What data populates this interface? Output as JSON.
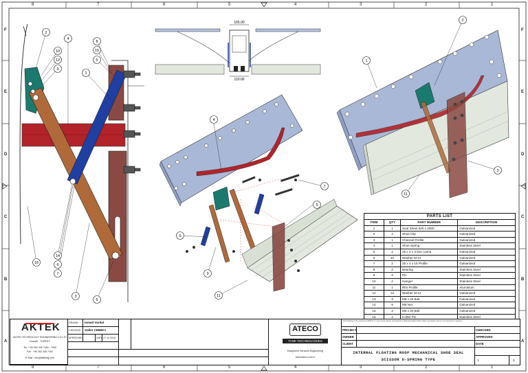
{
  "ruler": {
    "columns_top": [
      "8",
      "7",
      "6",
      "5",
      "4",
      "3",
      "2",
      "1"
    ],
    "columns_bottom": [
      "8",
      "7",
      "6",
      "5",
      "4",
      "3",
      "2",
      "1"
    ],
    "rows_left": [
      "F",
      "E",
      "D",
      "C",
      "B",
      "A"
    ],
    "rows_right": [
      "F",
      "E",
      "D",
      "C",
      "B",
      "A"
    ]
  },
  "callouts": {
    "left_view": [
      "2",
      "4",
      "10",
      "12",
      "9",
      "1",
      "8",
      "15",
      "5",
      "16",
      "14",
      "6",
      "7",
      "3",
      "5"
    ],
    "iso_view": [
      "4",
      "7",
      "5",
      "6",
      "3",
      "11"
    ],
    "right_view": [
      "2",
      "1",
      "3",
      "11"
    ]
  },
  "dimensions": {
    "top_width": "165.00",
    "bottom_width": "110.00"
  },
  "parts_list": {
    "title": "PARTS LIST",
    "headers": [
      "ITEM",
      "QTY",
      "PART NUMBER",
      "DESCRIPTION"
    ],
    "rows": [
      [
        "1",
        "1",
        "Seal Sheet 500 x 2000",
        "Galvanized"
      ],
      [
        "2",
        "1",
        "Shoe Clip",
        "Galvanized"
      ],
      [
        "3",
        "1",
        "Channel Profile",
        "Galvanized"
      ],
      [
        "4",
        "1",
        "Shoe Spring",
        "Stainless Steel"
      ],
      [
        "5",
        "2",
        "25 x 4 x 3 Dec Lama",
        "Galvanized"
      ],
      [
        "6",
        "10",
        "Washer M-12",
        "Galvanized"
      ],
      [
        "7",
        "2",
        "25 x 4 x 15 Profile",
        "Galvanized"
      ],
      [
        "8",
        "2",
        "Bearing",
        "Stainless Steel"
      ],
      [
        "9",
        "4",
        "Pin",
        "Stainless Steel"
      ],
      [
        "10",
        "2",
        "Hanger",
        "Stainless Steel"
      ],
      [
        "11",
        "1",
        "Rim Profile",
        "Aluminium"
      ],
      [
        "12",
        "12",
        "Washer M-12",
        "Galvanized"
      ],
      [
        "13",
        "3",
        "M8 x 25 Bolt",
        "Galvanized"
      ],
      [
        "14",
        "9",
        "M8 Nut",
        "Galvanized"
      ],
      [
        "15",
        "4",
        "M8 x 30 Bolt",
        "Galvanized"
      ],
      [
        "16",
        "2",
        "Cotter Pin",
        "Stainless Steel"
      ]
    ]
  },
  "title_block": {
    "company_logo": "AKTEK",
    "company_name": "AKTEK TECHNOLOGY ENGINEERING CO.LTD",
    "company_city": "Kocaeli - TURKEY",
    "tel": "Tel : +90 262 335 7060 - 7090",
    "fax": "Fax : +90 262 335 7162",
    "email": "E-Mail : info@aktektg.com",
    "drawn_label": "DRAWN",
    "drawn_value": "Ismail Vardal",
    "checked_label": "CHECKED",
    "checked_value": "Salim CEBECI",
    "approved_label": "APPROVED",
    "date_label": "DATE",
    "date_value": "27.10.2016",
    "ateco_logo": "ATECO",
    "ateco_sub": "TANK TECHNOLOGIES",
    "ateco_tag": "Equipment Services Engineering",
    "ateco_web": "www.ateco.com.tr",
    "notice": "This drawing is the property of ATECO. It must not be copied, reproduced or disclosed without their written permission and is to be returned on request.",
    "project_label": "PROJECT",
    "owner_label": "OWNER",
    "client_label": "CLIENT",
    "checked2_label": "CHECKED",
    "approved2_label": "APPROVED",
    "date2_label": "DATE",
    "drawing_title_1": "INTERNAL FLOATING ROOF MECHANICAL SHOE SEAL",
    "drawing_title_2": "SCISSOR U-SPRING TYPE",
    "sheet_value": "1",
    "rev_value": "0"
  },
  "colors": {
    "red": "#b3232a",
    "blue": "#1f3fa3",
    "brown": "#b06a3a",
    "maroon": "#8a4a43",
    "teal": "#1b7a6e",
    "sheet": "#a9b8d6",
    "rim": "#e3e8df"
  }
}
